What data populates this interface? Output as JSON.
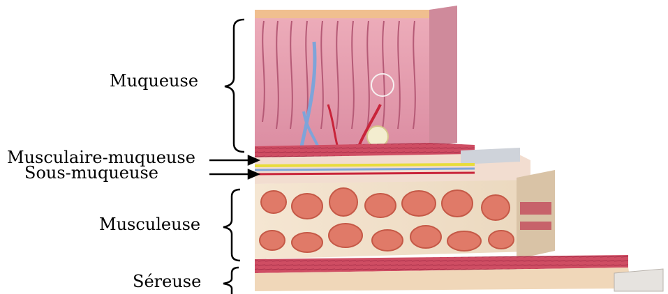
{
  "labels": {
    "muqueuse": "Muqueuse",
    "musculaire_muqueuse": "Musculaire-muqueuse",
    "sous_muqueuse": "Sous-muqueuse",
    "musculeuse": "Musculeuse",
    "sereuse": "Séreuse"
  },
  "colors": {
    "mucosa": "#e9a7b5",
    "villus_epithelium": "#d77f95",
    "muscle": "#d8536a",
    "submucosa": "#f2ddd0",
    "muscularis_base": "#f3e4cf",
    "muscle_bundle": "#e07a68",
    "serosa": "#f0d7b9",
    "vein": "#7ea4d9",
    "artery": "#c8243a",
    "nerve": "#e8dc3a"
  }
}
